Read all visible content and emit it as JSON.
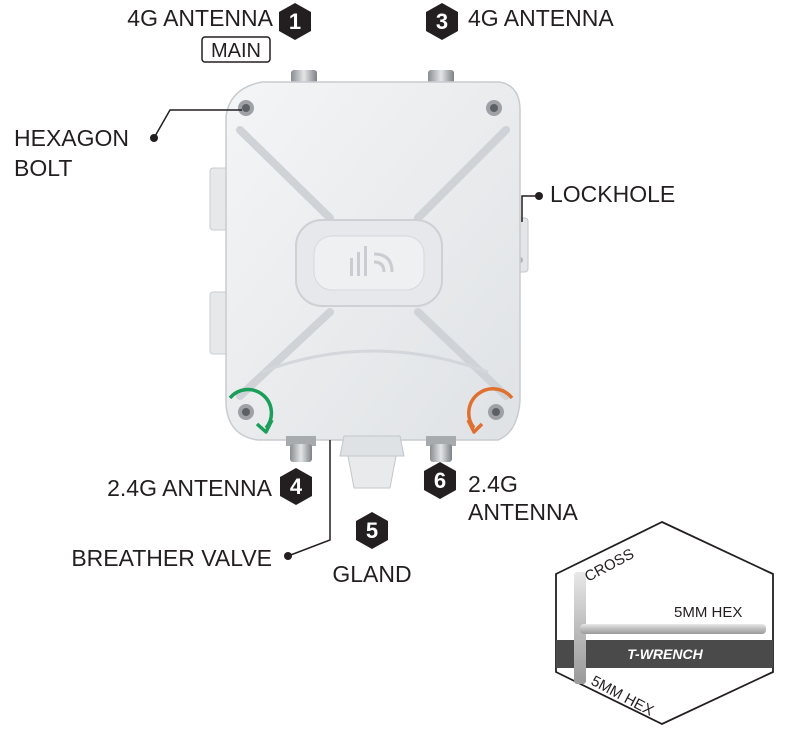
{
  "callouts": {
    "c1": {
      "number": "1",
      "label": "4G ANTENNA",
      "tag": "MAIN"
    },
    "c3": {
      "number": "3",
      "label": "4G ANTENNA"
    },
    "c4": {
      "number": "4",
      "label": "2.4G ANTENNA"
    },
    "c5": {
      "number": "5",
      "label": "GLAND"
    },
    "c6": {
      "number": "6",
      "label_line1": "2.4G",
      "label_line2": "ANTENNA"
    }
  },
  "labels": {
    "hexagon_bolt_line1": "HEXAGON",
    "hexagon_bolt_line2": "BOLT",
    "lockhole": "LOCKHOLE",
    "breather_valve": "BREATHER VALVE"
  },
  "wrench": {
    "cross": "CROSS",
    "hex_top": "5MM HEX",
    "band": "T-WRENCH",
    "hex_bottom": "5MM HEX"
  },
  "colors": {
    "badge": "#231f20",
    "arrow_left": "#1a9e5a",
    "arrow_right": "#e07030",
    "wrench_band": "#4a4a4a",
    "enclosure": "#eceef0"
  }
}
